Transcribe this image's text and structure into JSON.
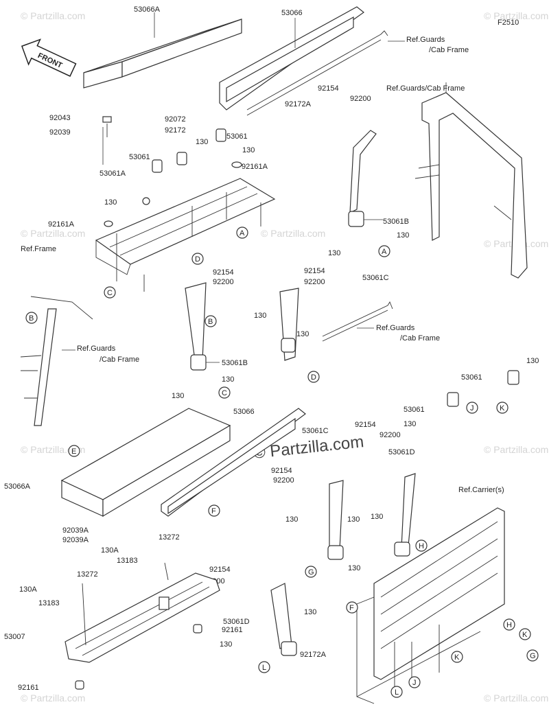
{
  "figure_code": "F2510",
  "direction_label": "FRONT",
  "watermark": {
    "center_text": "© Partzilla.com",
    "tile_text": "© Partzilla.com"
  },
  "labels": {
    "p53066A": "53066A",
    "p53066": "53066",
    "ref_guards_cab_1": "Ref.Guards",
    "ref_guards_cab_1b": "/Cab Frame",
    "ref_guards_cab_2": "Ref.Guards/Cab Frame",
    "p92154_a": "92154",
    "p92200_a": "92200",
    "p92172A_a": "92172A",
    "p92043": "92043",
    "p92039": "92039",
    "p92072": "92072",
    "p92172": "92172",
    "p53061_a": "53061",
    "p130_a": "130",
    "p130_b": "130",
    "p53061_b": "53061",
    "p53061A": "53061A",
    "p92161A_a": "92161A",
    "p130_c": "130",
    "p92161A_b": "92161A",
    "ref_frame": "Ref.Frame",
    "p53061B_a": "53061B",
    "p130_d": "130",
    "p130_e": "130",
    "p92154_b": "92154",
    "p92200_b": "92200",
    "p53061C_a": "53061C",
    "p92154_c": "92154",
    "p92200_c": "92200",
    "ref_guards_cab_3": "Ref.Guards",
    "ref_guards_cab_3b": "/Cab Frame",
    "ref_guards_cab_4": "Ref.Guards",
    "ref_guards_cab_4b": "/Cab Frame",
    "p130_f": "130",
    "p130_g": "130",
    "p53061B_b": "53061B",
    "p130_h": "130",
    "p130_i": "130",
    "p53061_c": "53061",
    "p130_j": "130",
    "p53061_d": "53061",
    "p130_k": "130",
    "p53066_b": "53066",
    "p53061C_b": "53061C",
    "p92154_d": "92154",
    "p92200_d": "92200",
    "p53061D_a": "53061D",
    "p92154_e": "92154",
    "p92200_e": "92200",
    "p53066A_b": "53066A",
    "ref_carrier": "Ref.Carrier(s)",
    "p92039A_a": "92039A",
    "p92039A_b": "92039A",
    "p13272_a": "13272",
    "p130A_a": "130A",
    "p13183_a": "13183",
    "p13272_b": "13272",
    "p130_l": "130",
    "p130_m": "130",
    "p130_n": "130",
    "p130_o": "130",
    "p92154_f": "92154",
    "p92200_f": "92200",
    "p130A_b": "130A",
    "p13183_b": "13183",
    "p92161_a": "92161",
    "p53061D_b": "53061D",
    "p130_p": "130",
    "p130_q": "130",
    "p92172A_b": "92172A",
    "p53007": "53007",
    "p92161_b": "92161"
  },
  "callouts": {
    "A1": "A",
    "A2": "A",
    "B1": "B",
    "B2": "B",
    "C1": "C",
    "C2": "C",
    "D1": "D",
    "D2": "D",
    "E1": "E",
    "E2": "E",
    "F1": "F",
    "F2": "F",
    "G1": "G",
    "G2": "G",
    "H1": "H",
    "H2": "H",
    "J1": "J",
    "J2": "J",
    "K1": "K",
    "K2": "K",
    "K3": "K",
    "L1": "L",
    "L2": "L"
  }
}
